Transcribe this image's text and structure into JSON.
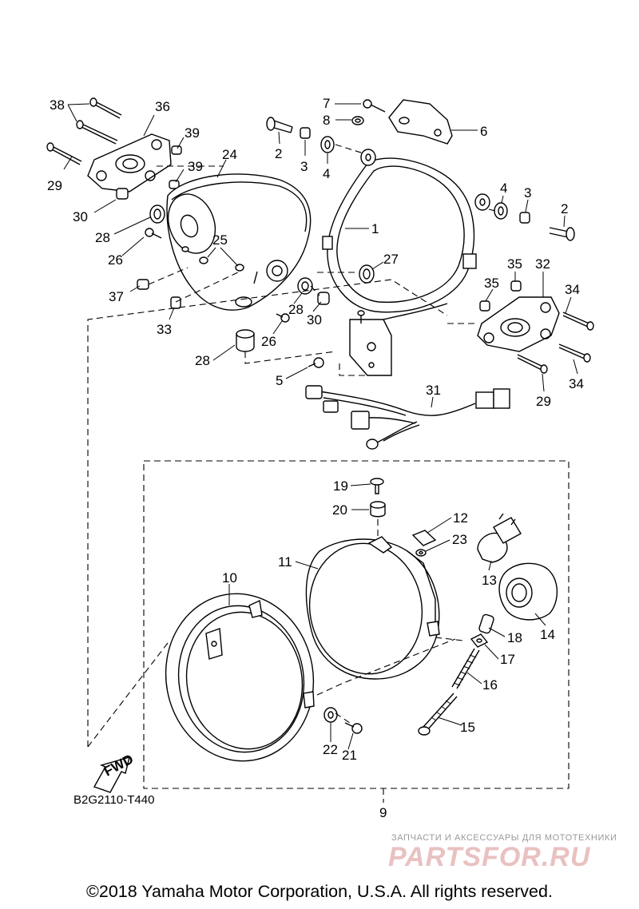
{
  "diagram_code": "B2G2110-T440",
  "fwd_label": "FWD",
  "copyright": "©2018 Yamaha Motor Corporation, U.S.A. All rights reserved.",
  "watermark": {
    "tagline": "ЗАПЧАСТИ И АКСЕССУАРЫ ДЛЯ МОТОТЕХНИКИ",
    "logo": "PARTSFOR.RU"
  },
  "callouts": {
    "c38": "38",
    "c36": "36",
    "c39a": "39",
    "c39b": "39",
    "c29a": "29",
    "c24": "24",
    "c30a": "30",
    "c28a": "28",
    "c26a": "26",
    "c25": "25",
    "c37": "37",
    "c33": "33",
    "c28b": "28",
    "c30b": "30",
    "c26b": "26",
    "c28c": "28",
    "c7": "7",
    "c8": "8",
    "c6": "6",
    "c2a": "2",
    "c3a": "3",
    "c4a": "4",
    "c1": "1",
    "c27": "27",
    "c4b": "4",
    "c3b": "3",
    "c2b": "2",
    "c35a": "35",
    "c32": "32",
    "c35b": "35",
    "c34a": "34",
    "c34b": "34",
    "c29b": "29",
    "c5": "5",
    "c31": "31",
    "c19": "19",
    "c20": "20",
    "c12": "12",
    "c23": "23",
    "c11": "11",
    "c13": "13",
    "c14": "14",
    "c10": "10",
    "c18": "18",
    "c17": "17",
    "c16": "16",
    "c15": "15",
    "c22": "22",
    "c21": "21",
    "c9": "9"
  }
}
